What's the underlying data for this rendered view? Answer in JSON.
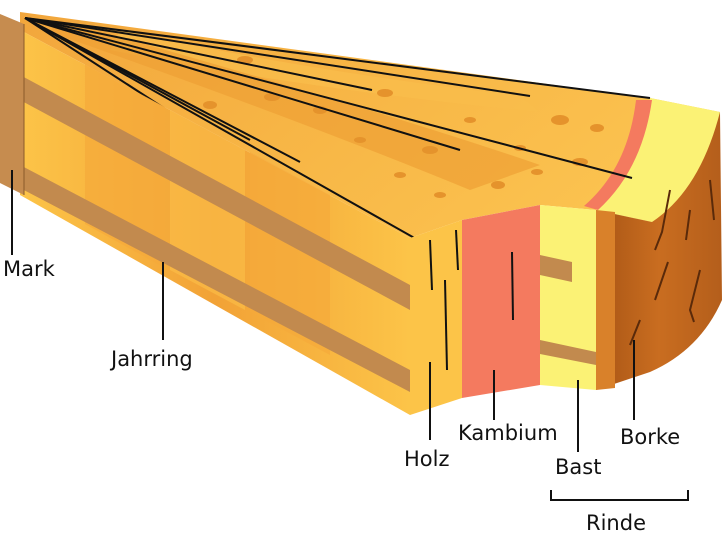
{
  "labels": {
    "mark": "Mark",
    "jahrring": "Jahrring",
    "holz": "Holz",
    "kambium": "Kambium",
    "bast": "Bast",
    "borke": "Borke",
    "rinde": "Rinde"
  },
  "colors": {
    "wood_light": "#fcc043",
    "wood_mid": "#f5a93a",
    "wood_dark": "#e9962a",
    "ring": "#c28a4e",
    "pith": "#c68c4f",
    "cambium": "#f47a5f",
    "bast": "#fbf275",
    "bark_outer": "#b8601a",
    "bark_inner": "#d9812a",
    "line": "#111111"
  }
}
